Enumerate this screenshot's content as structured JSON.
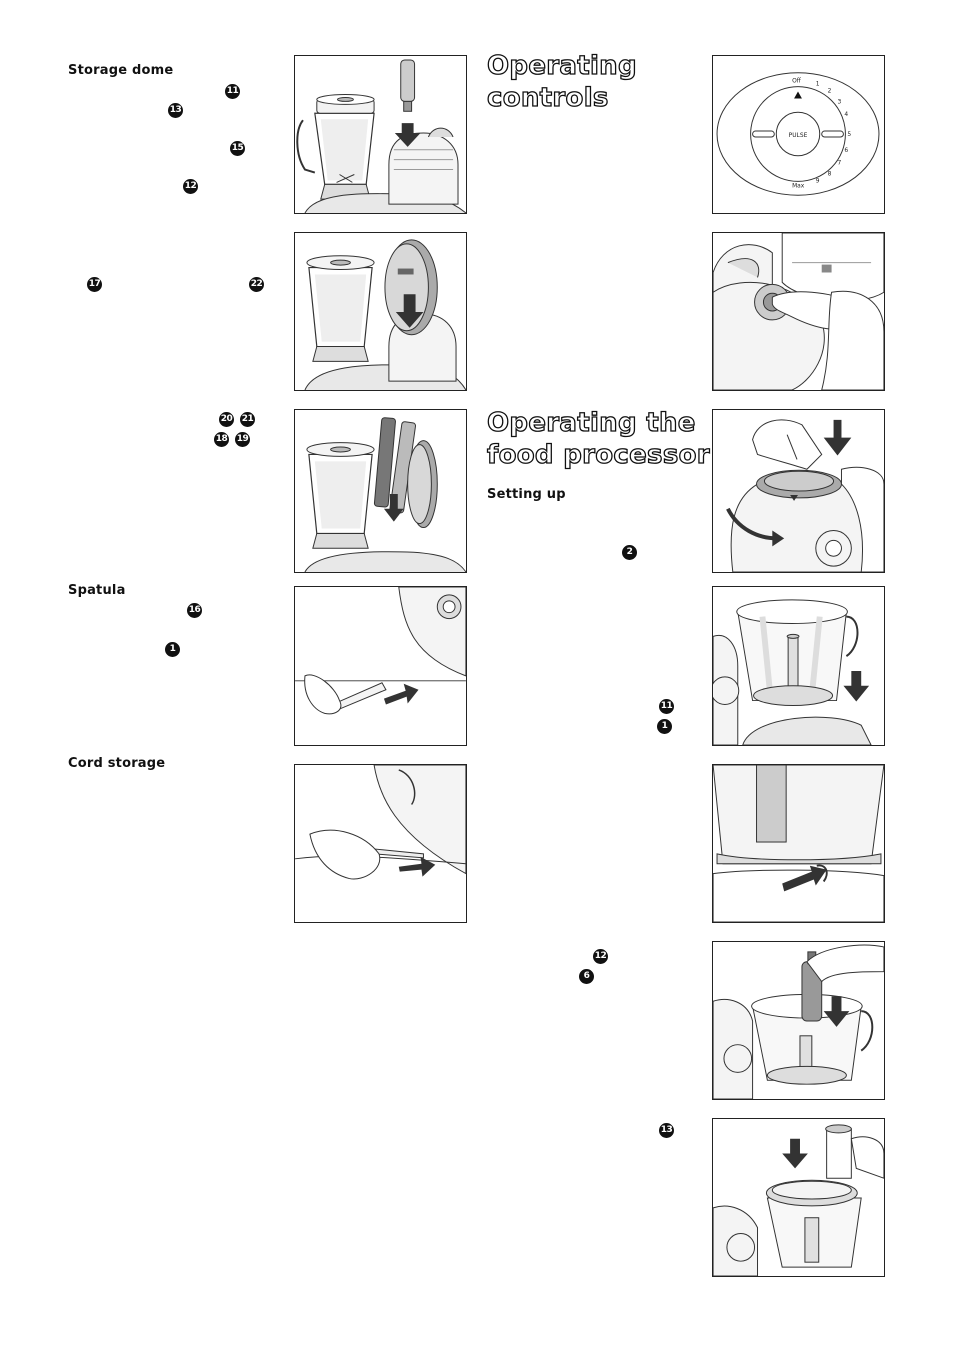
{
  "left": {
    "storage_dome": {
      "heading": "Storage dome",
      "markers": [
        "11",
        "13",
        "15",
        "12",
        "17",
        "22",
        "20",
        "21",
        "18",
        "19"
      ]
    },
    "spatula": {
      "heading": "Spatula",
      "markers": [
        "16",
        "1"
      ]
    },
    "cord_storage": {
      "heading": "Cord storage"
    }
  },
  "right": {
    "operating_controls": {
      "heading_line1": "Operating",
      "heading_line2": "controls"
    },
    "operating_food_processor": {
      "heading_line1": "Operating the",
      "heading_line2": "food processor",
      "subheading": "Setting up",
      "markers": [
        "2",
        "11",
        "1",
        "12",
        "6",
        "13"
      ]
    }
  },
  "dial": {
    "off_label": "Off",
    "pulse_label": "PULSE",
    "max_label": "Max",
    "speed_numbers": [
      "1",
      "2",
      "3",
      "4",
      "5",
      "6",
      "7",
      "8",
      "9"
    ]
  },
  "illustrations": [
    {
      "id": "fig-1",
      "icon": "blender-storage-dome-insert-tool-icon"
    },
    {
      "id": "fig-2",
      "icon": "blender-storage-dome-insert-disc-icon"
    },
    {
      "id": "fig-3",
      "icon": "blender-storage-dome-insert-blades-icon"
    },
    {
      "id": "fig-4",
      "icon": "spatula-insert-icon"
    },
    {
      "id": "fig-5",
      "icon": "cord-storage-icon"
    },
    {
      "id": "fig-6",
      "icon": "speed-dial-icon"
    },
    {
      "id": "fig-7",
      "icon": "pulse-button-press-icon"
    },
    {
      "id": "fig-8",
      "icon": "attach-bowl-twist-icon"
    },
    {
      "id": "fig-9",
      "icon": "place-bowl-icon"
    },
    {
      "id": "fig-10",
      "icon": "bowl-lock-icon"
    },
    {
      "id": "fig-11",
      "icon": "insert-tool-into-bowl-icon"
    },
    {
      "id": "fig-12",
      "icon": "fit-lid-and-pusher-icon"
    }
  ]
}
